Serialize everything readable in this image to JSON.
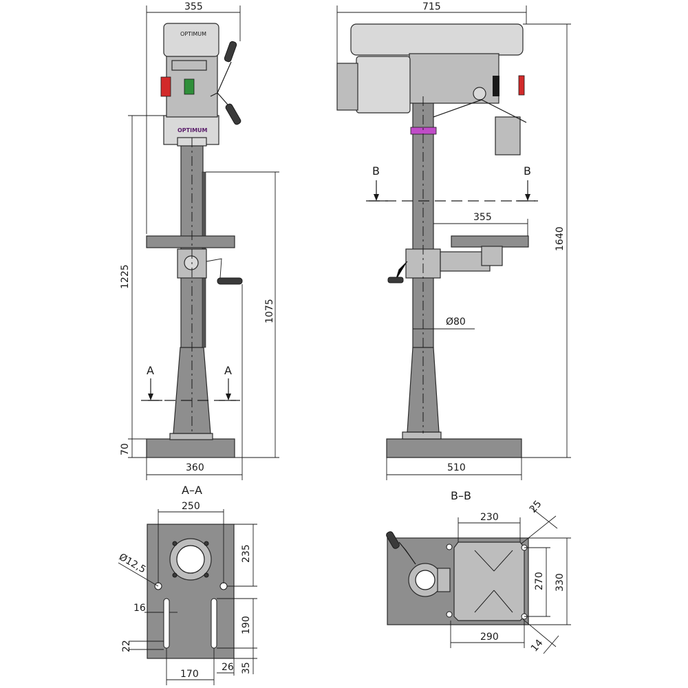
{
  "dimensions": {
    "front_width": "355",
    "side_width": "715",
    "height_column": "1225",
    "height_table": "1075",
    "base_height": "70",
    "base_width_front": "360",
    "base_width_side": "510",
    "overall_height": "1640",
    "table_reach": "355",
    "column_diameter": "Ø80",
    "base_plate_width": "250",
    "base_top_offset": "235",
    "hole_diameter": "Ø12,5",
    "slot_width": "16",
    "slot_length": "190",
    "slot_bottom": "22",
    "slot_spacing": "170",
    "slot_offset": "26",
    "base_bottom_margin": "35",
    "table_width": "230",
    "table_corner_top": "25",
    "table_inner_height": "270",
    "table_outer_height": "330",
    "table_length": "290",
    "table_corner_bottom": "14"
  },
  "section_labels": {
    "a_letter": "A",
    "b_letter": "B",
    "a_title": "A–A",
    "b_title": "B–B"
  },
  "brand_text": {
    "head_logo": "OPTIMUM",
    "belt_guard_label": "OPTIMUM"
  },
  "colors": {
    "casting": "#8e8e8e",
    "machined": "#bdbdbd",
    "highlight_band": "#c04cc8",
    "emergency_stop": "#d22a2a",
    "power_switch": "#2f8f3a"
  }
}
